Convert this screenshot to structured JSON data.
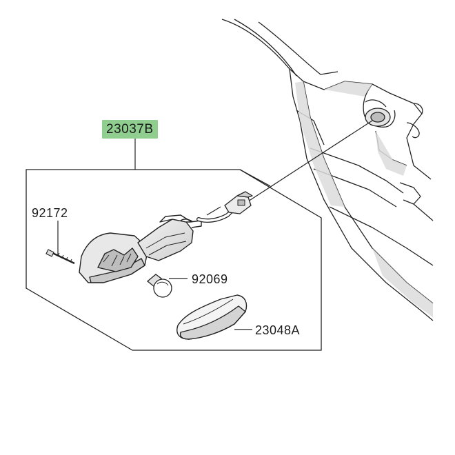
{
  "diagram": {
    "main_assembly": {
      "part_number": "23037B",
      "highlight_color": "#8fce8f"
    },
    "parts": [
      {
        "id": "screw",
        "part_number": "92172"
      },
      {
        "id": "bulb",
        "part_number": "92069"
      },
      {
        "id": "lens",
        "part_number": "23048A"
      }
    ]
  },
  "colors": {
    "line": "#222222",
    "shade": "#d9d9d9",
    "shade_dark": "#bdbdbd"
  }
}
